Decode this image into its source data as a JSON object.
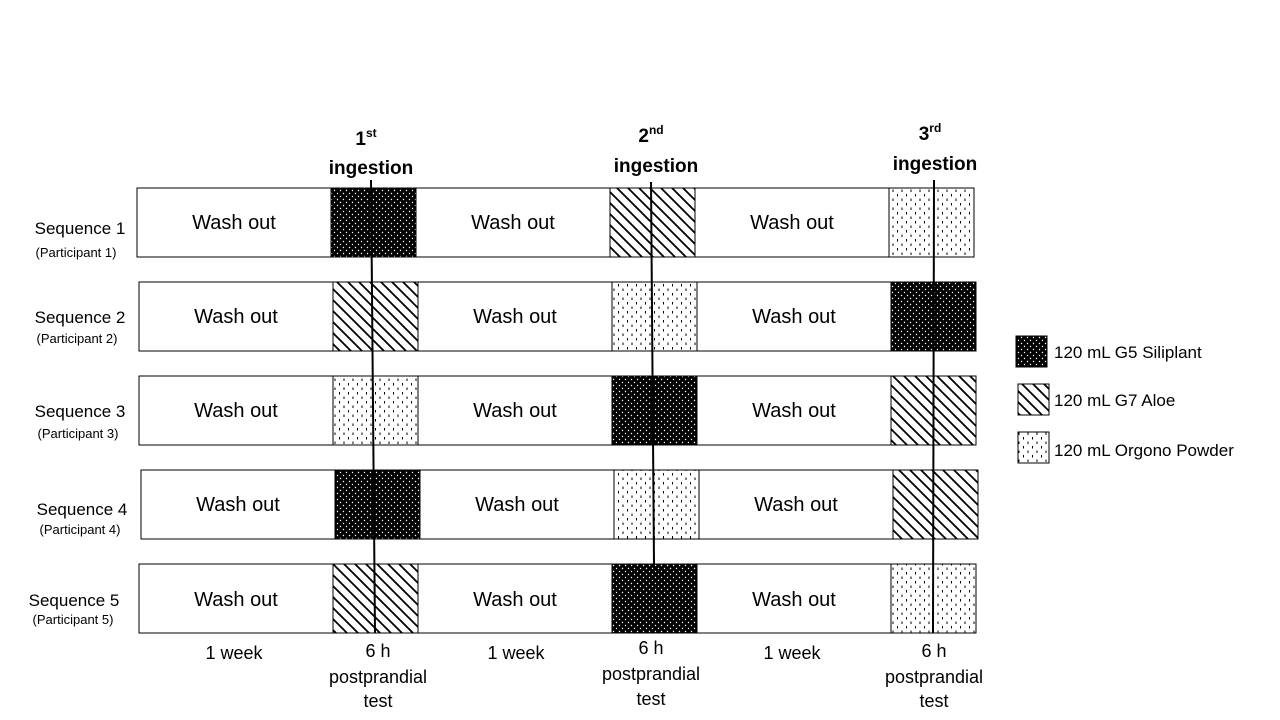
{
  "ingestions": [
    {
      "ordinal": "1",
      "suffix": "st",
      "word": "ingestion"
    },
    {
      "ordinal": "2",
      "suffix": "nd",
      "word": "ingestion"
    },
    {
      "ordinal": "3",
      "suffix": "rd",
      "word": "ingestion"
    }
  ],
  "washout_label": "Wash out",
  "sequences": [
    {
      "name": "Sequence 1",
      "participant": "(Participant 1)",
      "treatments": [
        "G5",
        "G7",
        "OP"
      ]
    },
    {
      "name": "Sequence 2",
      "participant": "(Participant 2)",
      "treatments": [
        "G7",
        "OP",
        "G5"
      ]
    },
    {
      "name": "Sequence 3",
      "participant": "(Participant 3)",
      "treatments": [
        "OP",
        "G5",
        "G7"
      ]
    },
    {
      "name": "Sequence 4",
      "participant": "(Participant 4)",
      "treatments": [
        "G5",
        "OP",
        "G7"
      ]
    },
    {
      "name": "Sequence 5",
      "participant": "(Participant 5)",
      "treatments": [
        "G7",
        "G5",
        "OP"
      ]
    }
  ],
  "timeline": {
    "washout_duration": "1 week",
    "test_label_lines": [
      "6 h",
      "postprandial",
      "test"
    ]
  },
  "legend": [
    {
      "key": "G5",
      "label": "120 mL G5 Siliplant",
      "pattern": "dense-dots"
    },
    {
      "key": "G7",
      "label": "120 mL G7 Aloe",
      "pattern": "diagonal-hatch"
    },
    {
      "key": "OP",
      "label": "120 mL Orgono Powder",
      "pattern": "dashed-vertical"
    }
  ],
  "colors": {
    "ink": "#000000",
    "background": "#ffffff"
  }
}
